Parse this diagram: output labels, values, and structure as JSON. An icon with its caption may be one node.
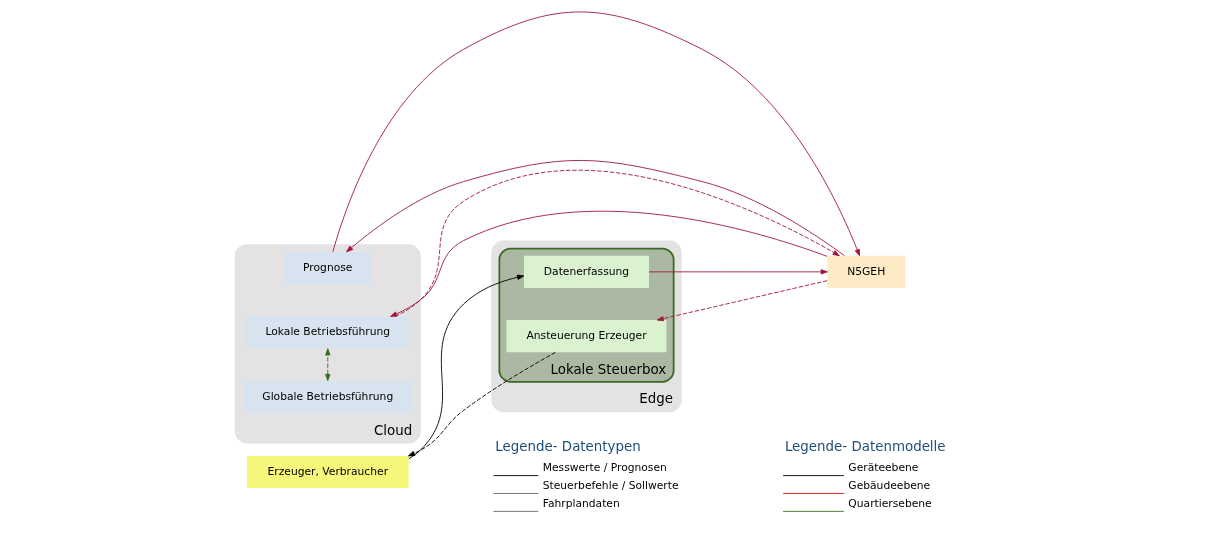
{
  "diagram": {
    "nodes": [
      {
        "text": [
          "Edge"
        ]
      },
      {
        "text": [
          "Cloud"
        ]
      },
      {
        "text": [
          "Erzeuger, Verbraucher"
        ]
      },
      {
        "text": [
          "Lokale Steuerbox"
        ],
        "in": 0
      },
      {
        "text": [
          "Datenerfassung"
        ],
        "in": 3
      },
      {
        "text": [
          "Ansteuerung Erzeuger"
        ],
        "in": 3
      },
      {
        "text": [
          "N5GEH"
        ]
      },
      {
        "text": [
          "Prognose"
        ],
        "in": 1
      },
      {
        "text": [
          "Lokale Betriebsführung"
        ],
        "in": 1
      },
      {
        "text": [
          "Globale Betriebsführung"
        ],
        "in": 1
      }
    ],
    "edges": [
      {
        "from": 2,
        "to": 4,
        "arrow": "to",
        "color": "#000000"
      },
      {
        "from": 4,
        "to": 6,
        "arrow": "to"
      },
      {
        "from": 6,
        "to": 5,
        "arrow": "to",
        "style": "dashed"
      },
      {
        "from": 5,
        "to": 2,
        "arrow": "to",
        "style": "dashed",
        "color": "#000000"
      },
      {
        "from": 6,
        "to": 7,
        "arrow": "to"
      },
      {
        "from": 6,
        "to": 8,
        "arrow": "to"
      },
      {
        "from": 7,
        "to": 6,
        "arrow": "to"
      },
      {
        "from": 8,
        "to": 6,
        "arrow": "to",
        "style": "dashed"
      },
      {
        "from": 9,
        "to": 8,
        "arrow": "both",
        "style": "dashed",
        "color": "#3a6b1e"
      }
    ],
    "labels": [
      "Legende- Datentypen",
      "Legende- Datenmodelle"
    ],
    "legend": [
      {
        "text": "Messwerte / Prognosen"
      },
      {
        "text": "Steuerbefehle / Sollwerte"
      },
      {
        "text": "Fahrplandaten"
      },
      {
        "text": "Geräteebene"
      },
      {
        "text": "Gebäudeebene"
      },
      {
        "text": "Quartiersebene"
      }
    ]
  }
}
